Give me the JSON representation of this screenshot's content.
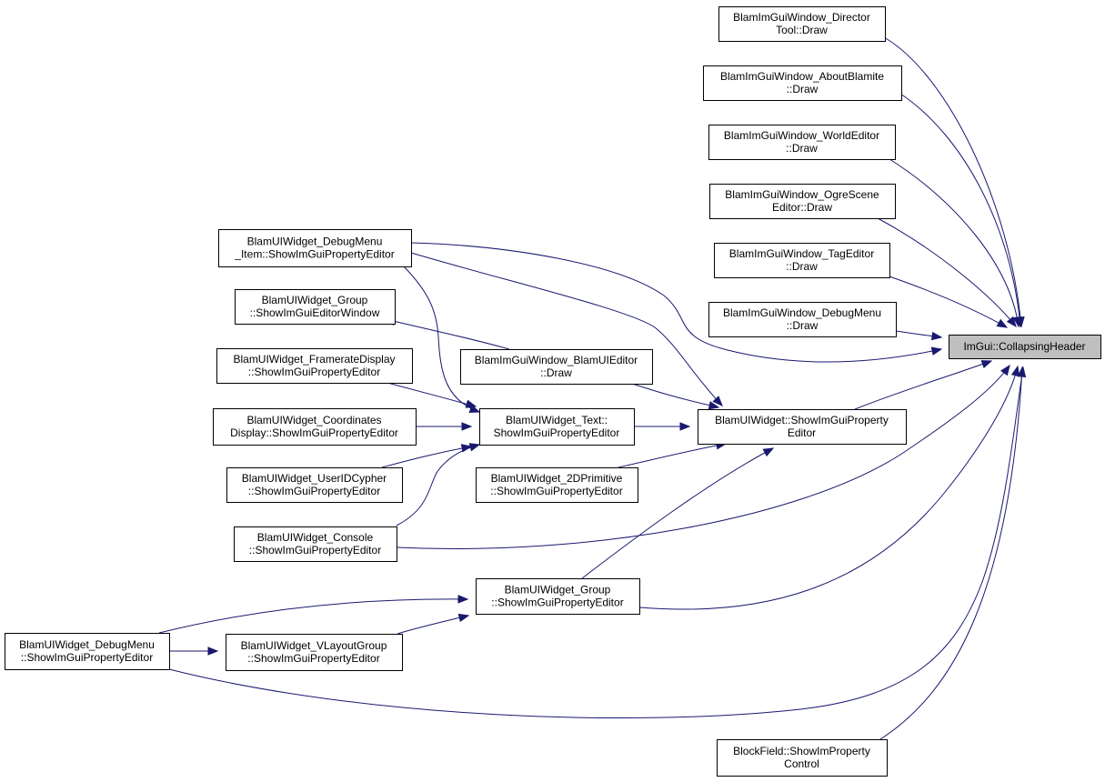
{
  "diagram": {
    "edge_color": "#191970",
    "target_fill": "#bfbfbf",
    "nodes": {
      "collapsing": {
        "lines": [
          "ImGui::CollapsingHeader"
        ],
        "highlighted": true
      },
      "director": {
        "lines": [
          "BlamImGuiWindow_Director",
          "Tool::Draw"
        ]
      },
      "about": {
        "lines": [
          "BlamImGuiWindow_AboutBlamite",
          "::Draw"
        ]
      },
      "world": {
        "lines": [
          "BlamImGuiWindow_WorldEditor",
          "::Draw"
        ]
      },
      "ogre": {
        "lines": [
          "BlamImGuiWindow_OgreScene",
          "Editor::Draw"
        ]
      },
      "tag": {
        "lines": [
          "BlamImGuiWindow_TagEditor",
          "::Draw"
        ]
      },
      "debugmenuwin": {
        "lines": [
          "BlamImGuiWindow_DebugMenu",
          "::Draw"
        ]
      },
      "uieditor": {
        "lines": [
          "BlamImGuiWindow_BlamUIEditor",
          "::Draw"
        ]
      },
      "widget": {
        "lines": [
          "BlamUIWidget::ShowImGuiProperty",
          "Editor"
        ]
      },
      "dmitem": {
        "lines": [
          "BlamUIWidget_DebugMenu",
          "_Item::ShowImGuiPropertyEditor"
        ]
      },
      "groupwin": {
        "lines": [
          "BlamUIWidget_Group",
          "::ShowImGuiEditorWindow"
        ]
      },
      "framerate": {
        "lines": [
          "BlamUIWidget_FramerateDisplay",
          "::ShowImGuiPropertyEditor"
        ]
      },
      "coords": {
        "lines": [
          "BlamUIWidget_Coordinates",
          "Display::ShowImGuiPropertyEditor"
        ]
      },
      "userid": {
        "lines": [
          "BlamUIWidget_UserIDCypher",
          "::ShowImGuiPropertyEditor"
        ]
      },
      "console": {
        "lines": [
          "BlamUIWidget_Console",
          "::ShowImGuiPropertyEditor"
        ]
      },
      "text": {
        "lines": [
          "BlamUIWidget_Text::",
          "ShowImGuiPropertyEditor"
        ]
      },
      "prim2d": {
        "lines": [
          "BlamUIWidget_2DPrimitive",
          "::ShowImGuiPropertyEditor"
        ]
      },
      "group": {
        "lines": [
          "BlamUIWidget_Group",
          "::ShowImGuiPropertyEditor"
        ]
      },
      "debugmenu": {
        "lines": [
          "BlamUIWidget_DebugMenu",
          "::ShowImGuiPropertyEditor"
        ]
      },
      "vlayout": {
        "lines": [
          "BlamUIWidget_VLayoutGroup",
          "::ShowImGuiPropertyEditor"
        ]
      },
      "blockfield": {
        "lines": [
          "BlockField::ShowImProperty",
          "Control"
        ]
      }
    },
    "edges": [
      [
        "director",
        "collapsing"
      ],
      [
        "about",
        "collapsing"
      ],
      [
        "world",
        "collapsing"
      ],
      [
        "ogre",
        "collapsing"
      ],
      [
        "tag",
        "collapsing"
      ],
      [
        "debugmenuwin",
        "collapsing"
      ],
      [
        "dmitem",
        "collapsing"
      ],
      [
        "widget",
        "collapsing"
      ],
      [
        "console",
        "collapsing"
      ],
      [
        "group",
        "collapsing"
      ],
      [
        "debugmenu",
        "collapsing"
      ],
      [
        "blockfield",
        "collapsing"
      ],
      [
        "dmitem",
        "widget"
      ],
      [
        "uieditor",
        "widget"
      ],
      [
        "text",
        "widget"
      ],
      [
        "prim2d",
        "widget"
      ],
      [
        "group",
        "widget"
      ],
      [
        "uieditor",
        "groupwin"
      ],
      [
        "dmitem",
        "text"
      ],
      [
        "framerate",
        "text"
      ],
      [
        "coords",
        "text"
      ],
      [
        "userid",
        "text"
      ],
      [
        "console",
        "text"
      ],
      [
        "debugmenu",
        "group"
      ],
      [
        "vlayout",
        "group"
      ],
      [
        "debugmenu",
        "vlayout"
      ]
    ]
  }
}
